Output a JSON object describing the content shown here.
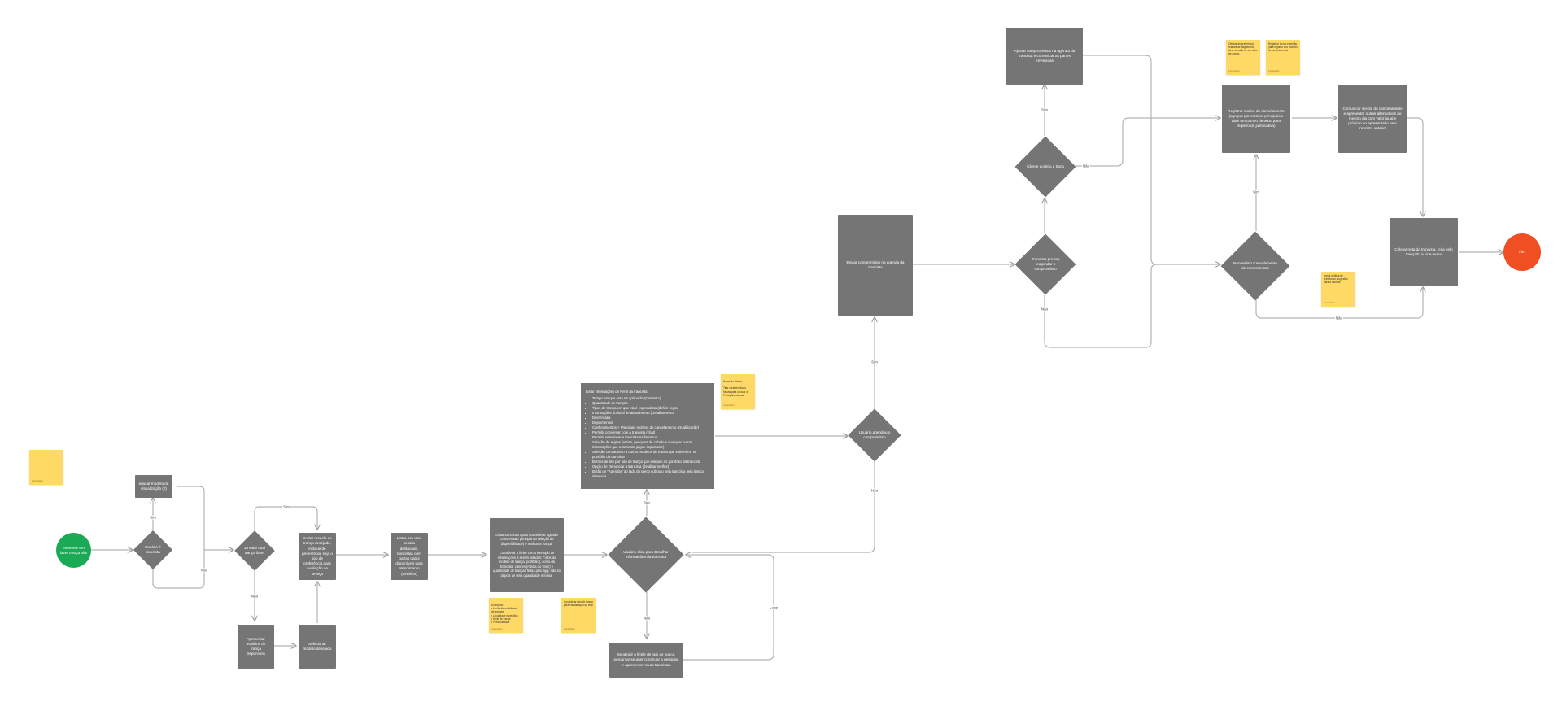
{
  "nodes": {
    "start": "Interesse em fazer trança afro",
    "decision_1": "Usuário é trancista",
    "process_visual": "educar modelo de visualização (?)",
    "decision_2": "Já sabe qual trança fazer",
    "process_send_model": "Enviar modelo de trança desejado, indique de preferência, seja o tipo de preferência para avaliação de serviço",
    "process_show_models": "Apresentar modelos de trança disponíveis",
    "process_select_model": "Selecionar modelo desejado",
    "process_list_region": "Listar, em uma sessão destacada, trancistas com outras datas disponíveis para atendimento (detalhar)",
    "process_list_trancistas": "Listar trancistas aptas (considerar agenda como ensaio principal na seleção de disponibilidade) e realizar a trança.\n\nConsiderar o limite como exemplo de informações a serem listadas: Fotos do modelo de trança (portifólio), como da trancista, valores (média do valor) e quantidade de tranças feitas pelo app, não só depois de uma quantidade mínima.",
    "decision_details": "Usuário clica para Detalhar informações da trancista",
    "process_search": "Se atingir o limite de raio de busca, perguntar se quer continuar a pesquisa e apresentar novas trancistas",
    "decision_agenda": "Usuário agendou o compromisso",
    "process_send_agenda": "Enviar compromisso na agenda da trancista",
    "decision_trancista": "Trancista precisa reagendar o compromisso",
    "decision_client": "Cliente aceitou a troca",
    "process_adjust": "Ajustar compromissos na agenda da trancista e comunicar as partes envolvidas",
    "process_register": "Registrar motivo do cancelamento (agrupar por motivos principais e abrir um campo de texto para registro da justificativa)",
    "process_comunicate": "Comunicar cliente do cancelamento e apresentar outras alternativas no mesmo dia com valor igual e próximo ao apresentado pela trancista anterior",
    "decision_cancel": "Necessário Cancelamento de compromisso",
    "process_rate": "Coletar nota da trancista, feita pelo trançado e vice-versa",
    "end": "Fim"
  },
  "profile_box": {
    "title": "Listar informações de Perfil da trancista:",
    "items": [
      "Tempo em que está na aplicação (Cadastro)",
      "Quantidade de tranças",
      "Tipos de trança em que ela é especialista (definir regra)",
      "Informações do local de atendimento (Detalhamento)",
      "Diferenciais",
      "Depoimentos",
      "Conhecimentos + Principais motivos de cancelamento (Qualificação)",
      "Permitir conversar com a trancista (chat)",
      "Permitir selecionar a trancista na favoritos",
      "Seleção de regras (etnias, pesquisa de cabelo e qualquer outras informações que a trancista julgue importante)",
      "Seleção com acesso a outros modelos de trança que estiverem no portifólio da trancista",
      "Botões de like por foto de trança que estejam no portifólio da trancista",
      "Opção de Denunciar a trancista (detalhar melhor)",
      "Botão de \"Agendar\" ao lado do preço cobrado pela trancista pela trança desejada"
    ]
  },
  "edge_labels": {
    "sim": "Sim",
    "nao": "Não",
    "loop": "Loop"
  },
  "stickies": {
    "s_left": "",
    "s_bottom1": "Exemplos:\n• Limite disponibilidade de agenda\n• Localidade específica\n• Nível de trança\n• Personalidade",
    "s_bottom2": "Considerar raio de busca para visualização da lista",
    "s_profile": "Nome do cliente\n\nTirar características físicas para colocar a Principais marcas",
    "s_top1": "Ofertas de preferência relativa de pagamento, deve considerar um valor de ganho.",
    "s_top2": "Registrar fluxos e tensão para registro dos motivos de cancelamento",
    "s_right": "Incluir política de reembolso, sugestão para a usuária",
    "author": "Comentário"
  },
  "colors": {
    "node": "#757575",
    "start": "#1aaa55",
    "end": "#f04e23",
    "sticky": "#ffd966",
    "wire": "#b3b3b3"
  }
}
